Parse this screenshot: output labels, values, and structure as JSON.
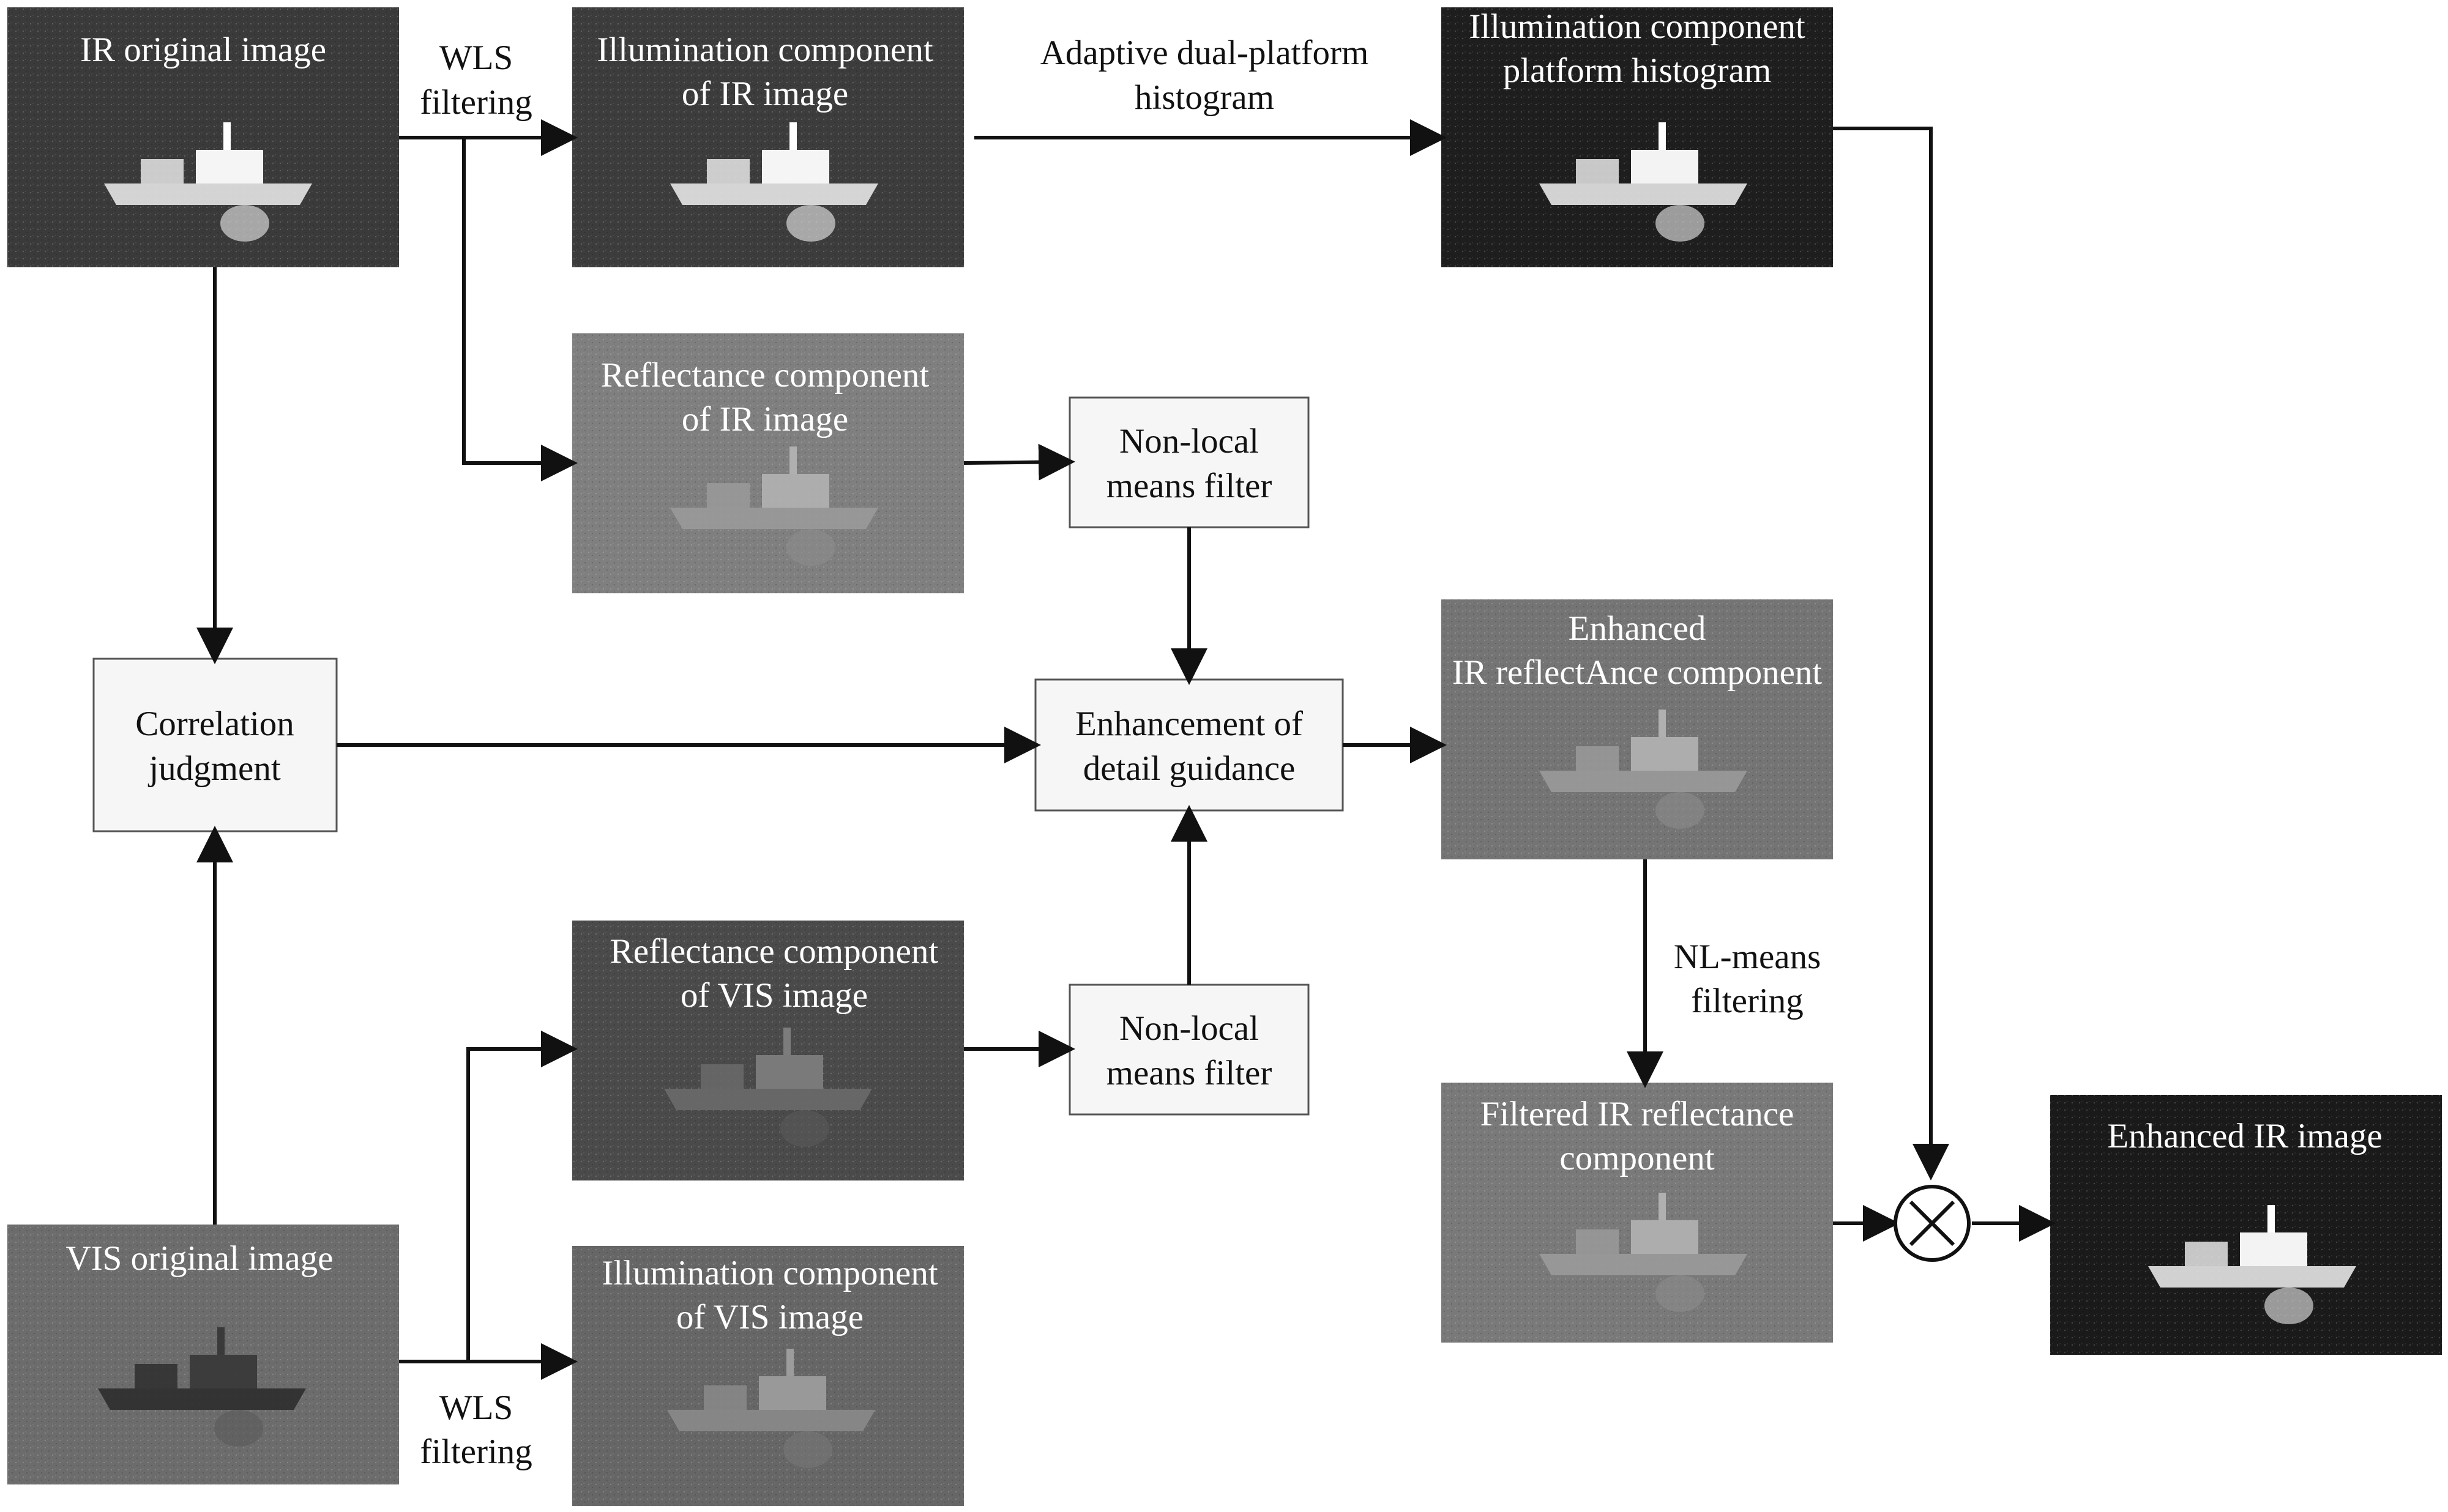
{
  "images": {
    "ir_original": {
      "lines": [
        "IR original image"
      ],
      "tone": "#3a3a3a"
    },
    "ir_illumination": {
      "lines": [
        "Illumination component",
        "of IR image"
      ],
      "tone": "#3c3c3c"
    },
    "ir_platform_hist": {
      "lines": [
        "Illumination component",
        "platform histogram"
      ],
      "tone": "#1e1e1e"
    },
    "ir_reflectance": {
      "lines": [
        "Reflectance component",
        "of IR image"
      ],
      "tone": "#7f7f7f"
    },
    "enhanced_reflectance": {
      "lines": [
        "Enhanced",
        "IR reflectAnce component"
      ],
      "tone": "#747474"
    },
    "filtered_reflectance": {
      "lines": [
        "Filtered IR reflectance",
        "component"
      ],
      "tone": "#797979"
    },
    "enhanced_ir": {
      "lines": [
        "Enhanced IR image"
      ],
      "tone": "#1a1a1a"
    },
    "vis_reflectance": {
      "lines": [
        "Reflectance component",
        "of VIS image"
      ],
      "tone": "#4a4a4a"
    },
    "vis_original": {
      "lines": [
        "VIS  original image"
      ],
      "tone": "#6c6c6c"
    },
    "vis_illumination": {
      "lines": [
        "Illumination component",
        "of VIS image"
      ],
      "tone": "#666666"
    }
  },
  "boxes": {
    "nlm_ir": {
      "lines": [
        "Non-local",
        "means filter"
      ]
    },
    "correlation": {
      "lines": [
        "Correlation",
        "judgment"
      ]
    },
    "detail_guidance": {
      "lines": [
        "Enhancement of",
        "detail guidance"
      ]
    },
    "nlm_vis": {
      "lines": [
        "Non-local",
        "means filter"
      ]
    }
  },
  "edge_labels": {
    "wls_top": {
      "lines": [
        "WLS",
        "filtering"
      ]
    },
    "adaptive_hist": {
      "lines": [
        "Adaptive dual-platform",
        "histogram"
      ]
    },
    "nl_means": {
      "lines": [
        "NL-means",
        "filtering"
      ]
    },
    "wls_bottom": {
      "lines": [
        "WLS",
        "filtering"
      ]
    }
  },
  "operator": {
    "symbol": "multiply",
    "label": ""
  }
}
